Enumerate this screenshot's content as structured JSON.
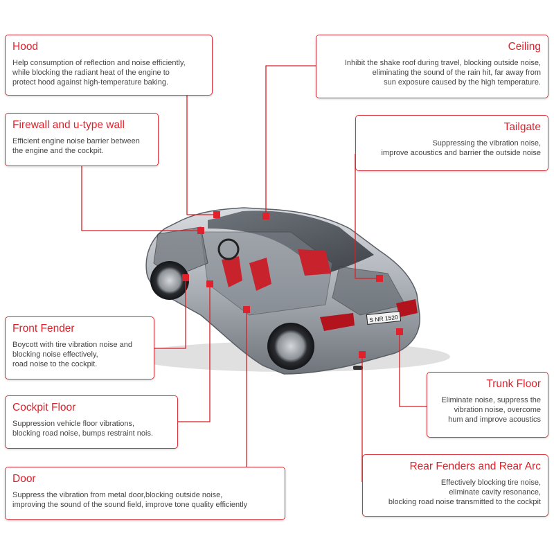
{
  "colors": {
    "accent": "#e0212b",
    "leader": "#d61f26",
    "text": "#444444",
    "car_body": "#a9aeb5",
    "car_red": "#c8232c"
  },
  "callouts": {
    "hood": {
      "title": "Hood",
      "desc": "Help consumption of reflection and noise efficiently,\nwhile blocking the radiant heat of the engine to\nprotect hood against high-temperature baking."
    },
    "firewall": {
      "title": "Firewall and u-type wall",
      "desc": "Efficient engine noise barrier between\nthe engine and the cockpit."
    },
    "front_fender": {
      "title": "Front Fender",
      "desc": "Boycott with tire vibration noise and\nblocking noise effectively,\nroad noise to the cockpit."
    },
    "cockpit_floor": {
      "title": "Cockpit Floor",
      "desc": "Suppression vehicle floor vibrations,\nblocking road noise, bumps restraint nois."
    },
    "door": {
      "title": "Door",
      "desc": "Suppress the vibration from metal door,blocking outside noise,\nimproving the sound of the sound field, improve tone quality efficiently"
    },
    "ceiling": {
      "title": "Ceiling",
      "desc": "Inhibit the shake roof during travel, blocking outside noise,\neliminating the sound of the rain hit, far away from\nsun exposure caused by the high temperature."
    },
    "tailgate": {
      "title": "Tailgate",
      "desc": "Suppressing the vibration noise,\nimprove acoustics and barrier the outside noise"
    },
    "trunk_floor": {
      "title": "Trunk Floor",
      "desc": "Eliminate noise, suppress the\nvibration noise, overcome\nhum and improve acoustics"
    },
    "rear_fenders": {
      "title": "Rear Fenders and Rear Arc",
      "desc": "Effectively blocking tire noise,\neliminate cavity resonance,\nblocking road noise transmitted to the cockpit"
    }
  },
  "car": {
    "plate": "S NR 1520"
  }
}
